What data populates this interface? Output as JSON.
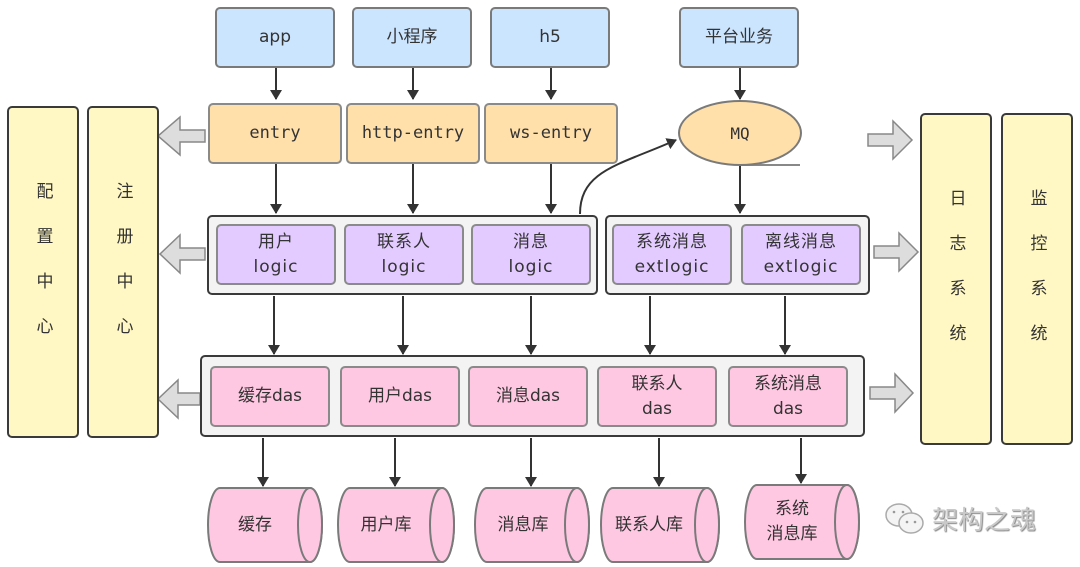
{
  "colors": {
    "client": "#cce5ff",
    "entry": "#ffdfaa",
    "logic": "#e3cbff",
    "das": "#ffc8e2",
    "side": "#fff8c4",
    "group": "#f3f3f3",
    "arrow": "#333333",
    "block_arrow": "#dddddd"
  },
  "clients": [
    {
      "label": "app"
    },
    {
      "label": "小程序"
    },
    {
      "label": "h5"
    },
    {
      "label": "平台业务"
    }
  ],
  "entries": [
    {
      "label": "entry"
    },
    {
      "label": "http-entry"
    },
    {
      "label": "ws-entry"
    }
  ],
  "mq": {
    "label": "MQ"
  },
  "logic_group_1": [
    {
      "label": "用户\nlogic"
    },
    {
      "label": "联系人\nlogic"
    },
    {
      "label": "消息\nlogic"
    }
  ],
  "logic_group_2": [
    {
      "label": "系统消息\nextlogic"
    },
    {
      "label": "离线消息\nextlogic"
    }
  ],
  "das_group": [
    {
      "label": "缓存das"
    },
    {
      "label": "用户das"
    },
    {
      "label": "消息das"
    },
    {
      "label": "联系人\ndas"
    },
    {
      "label": "系统消息\ndas"
    }
  ],
  "storages": [
    {
      "label": "缓存"
    },
    {
      "label": "用户库"
    },
    {
      "label": "消息库"
    },
    {
      "label": "联系人库"
    },
    {
      "label": "系统\n消息库"
    }
  ],
  "left_panels": [
    {
      "label": "配置中心"
    },
    {
      "label": "注册中心"
    }
  ],
  "right_panels": [
    {
      "label": "日志系统"
    },
    {
      "label": "监控系统"
    }
  ],
  "watermark": {
    "icon": "wechat-icon",
    "text": "架构之魂"
  }
}
